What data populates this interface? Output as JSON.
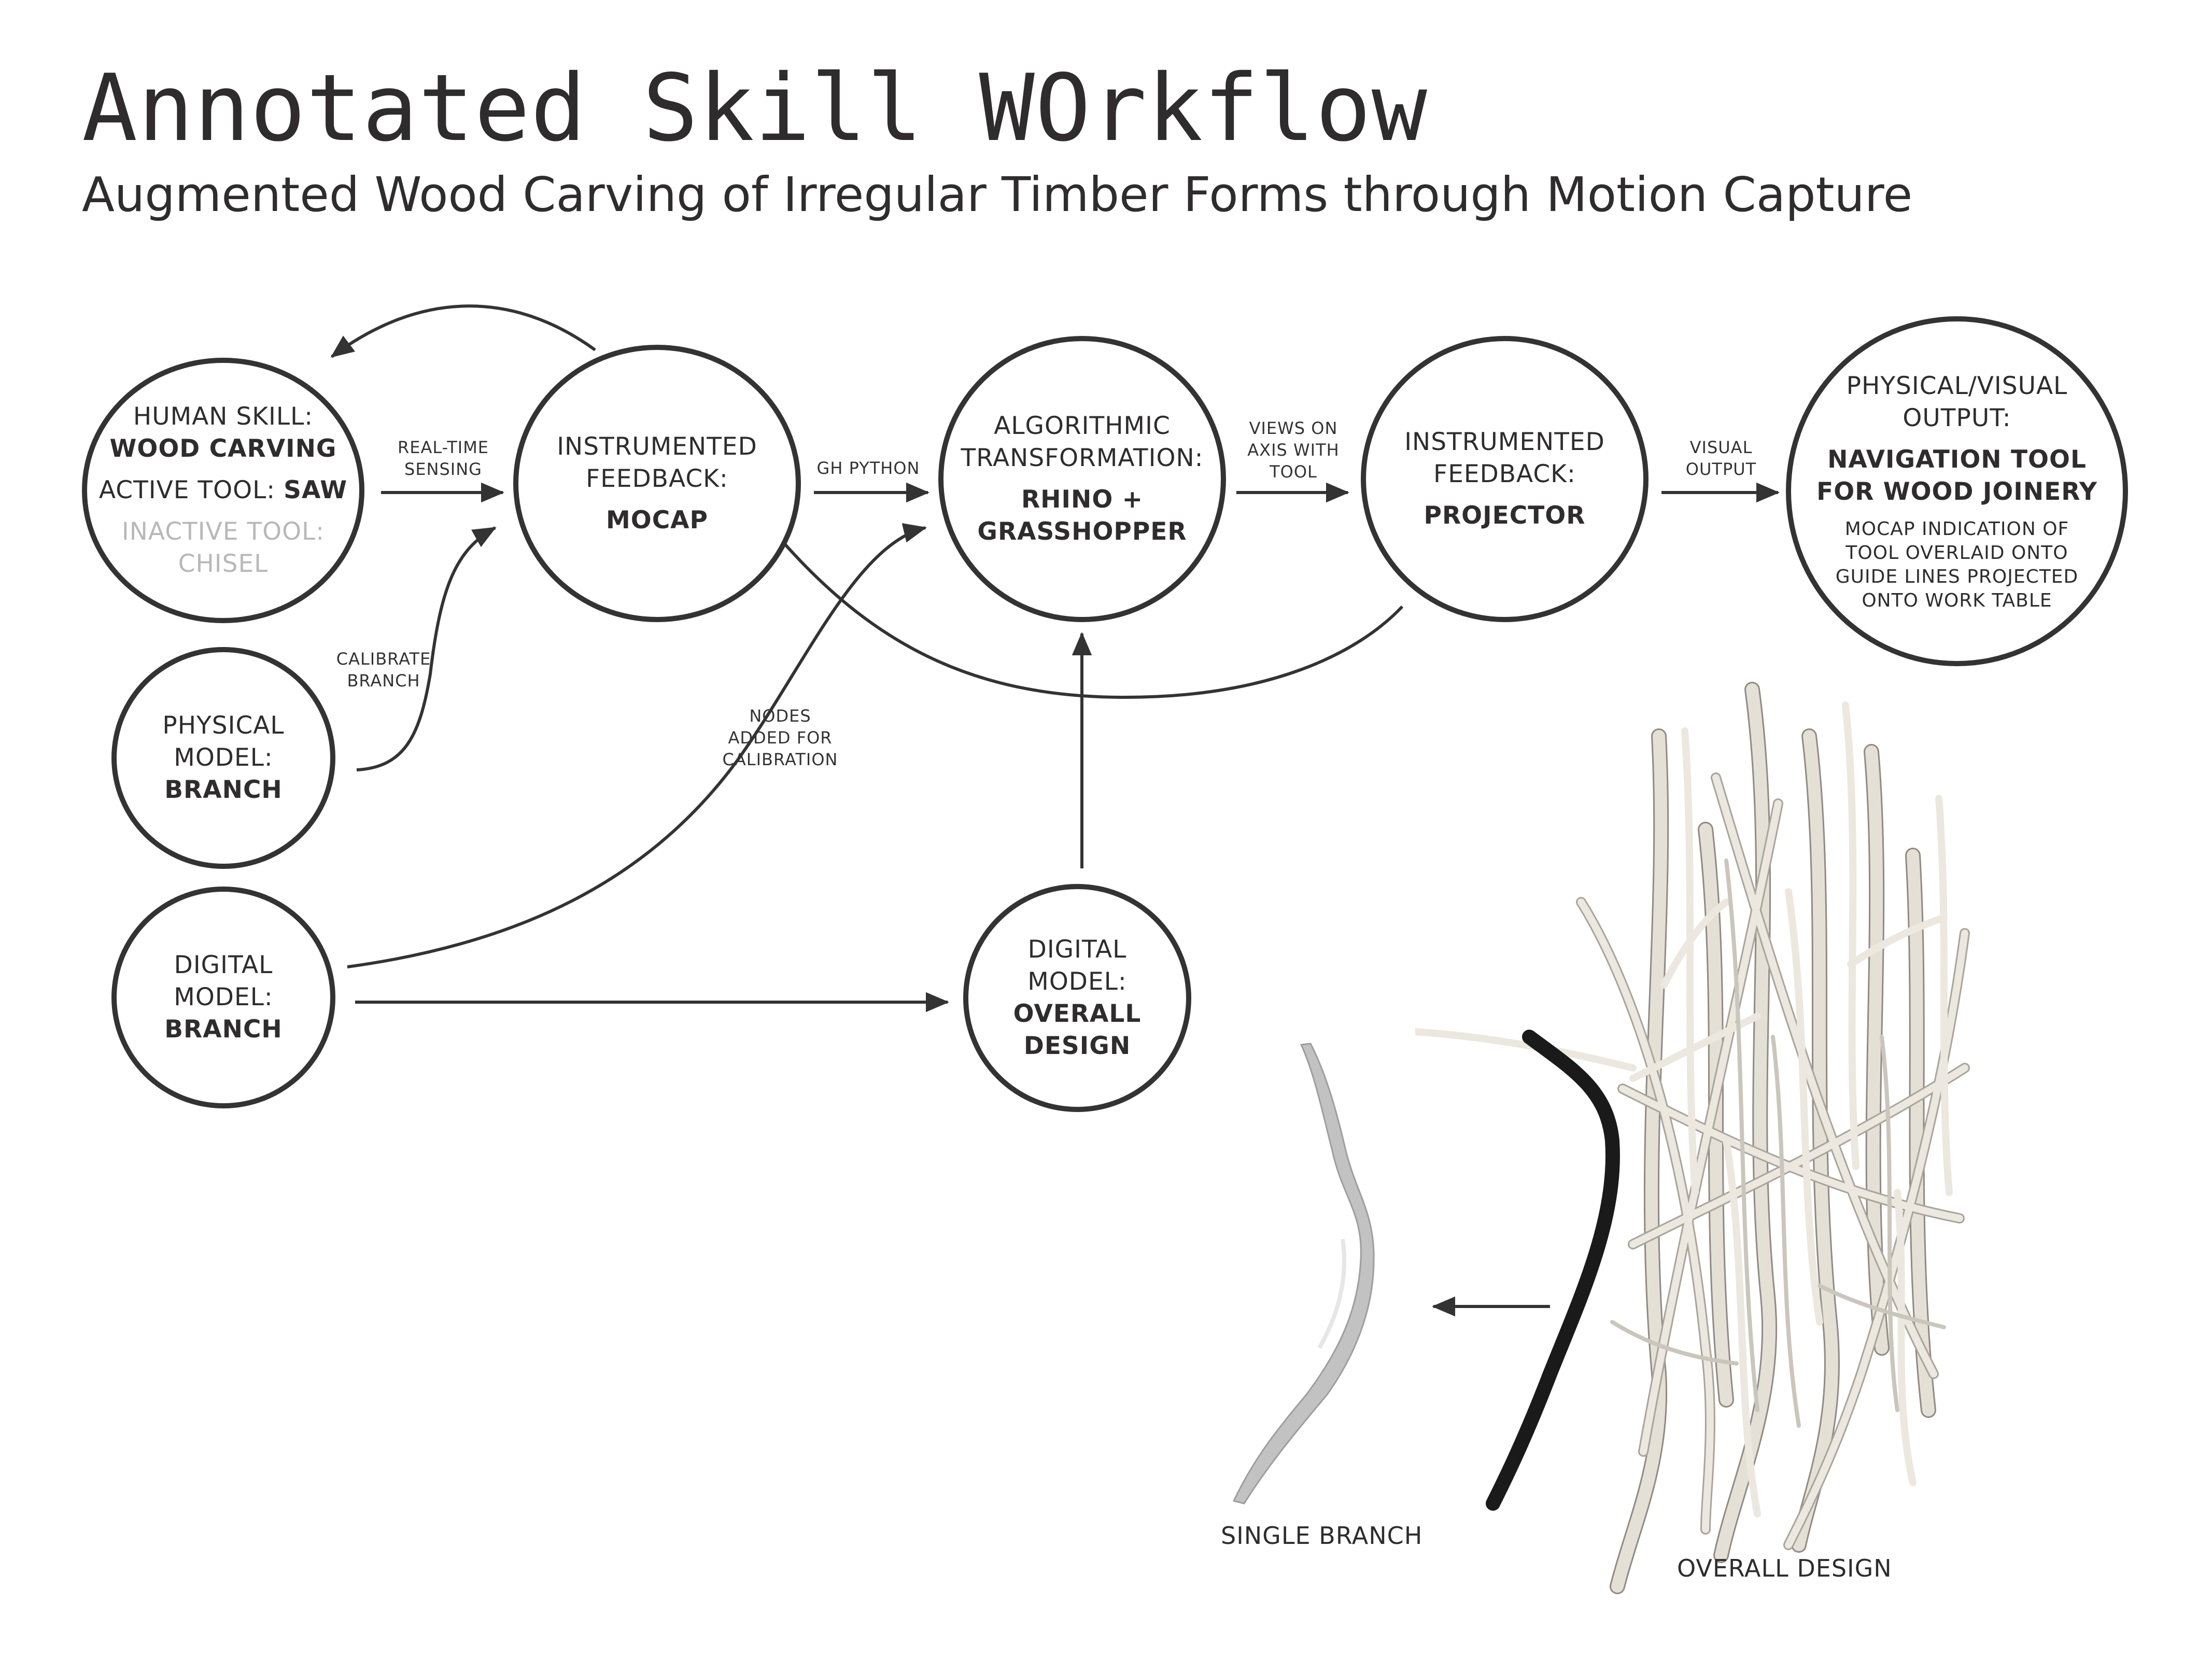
{
  "header": {
    "title": "Annotated Skill WOrkflow",
    "subtitle": "Augmented Wood Carving of Irregular Timber Forms through Motion Capture"
  },
  "nodes": {
    "human_skill": {
      "line1": "HUMAN SKILL:",
      "line2": "WOOD CARVING",
      "active_label": "ACTIVE TOOL: ",
      "active_value": "SAW",
      "inactive_line1": "INACTIVE TOOL:",
      "inactive_line2": "CHISEL"
    },
    "instrumented_mocap": {
      "line1": "INSTRUMENTED",
      "line2": "FEEDBACK:",
      "value": "MOCAP"
    },
    "algorithmic": {
      "line1": "ALGORITHMIC",
      "line2": "TRANSFORMATION:",
      "value1": "RHINO +",
      "value2": "GRASSHOPPER"
    },
    "instrumented_projector": {
      "line1": "INSTRUMENTED",
      "line2": "FEEDBACK:",
      "value": "PROJECTOR"
    },
    "output": {
      "line1": "PHYSICAL/VISUAL",
      "line2": "OUTPUT:",
      "value1": "NAVIGATION TOOL",
      "value2": "FOR WOOD JOINERY",
      "note1": "MOCAP INDICATION OF",
      "note2": "TOOL OVERLAID ONTO",
      "note3": "GUIDE LINES PROJECTED",
      "note4": "ONTO WORK TABLE"
    },
    "physical_model": {
      "line1": "PHYSICAL",
      "line2": "MODEL:",
      "value": "BRANCH"
    },
    "digital_branch": {
      "line1": "DIGITAL",
      "line2": "MODEL:",
      "value": "BRANCH"
    },
    "digital_overall": {
      "line1": "DIGITAL",
      "line2": "MODEL:",
      "value1": "OVERALL",
      "value2": "DESIGN"
    }
  },
  "edge_labels": {
    "realtime_line1": "REAL-TIME",
    "realtime_line2": "SENSING",
    "gh_python": "GH PYTHON",
    "views_line1": "VIEWS ON",
    "views_line2": "AXIS WITH",
    "views_line3": "TOOL",
    "visual_line1": "VISUAL",
    "visual_line2": "OUTPUT",
    "calibrate_line1": "CALIBRATE",
    "calibrate_line2": "BRANCH",
    "nodes_line1": "NODES",
    "nodes_line2": "ADDED FOR",
    "nodes_line3": "CALIBRATION"
  },
  "images": {
    "single_branch_caption": "SINGLE BRANCH",
    "overall_design_caption": "OVERALL DESIGN"
  },
  "colors": {
    "ink": "#333333",
    "inactive_text": "#b8b8b8",
    "branch_light": "#e4e0d6",
    "branch_shadow": "#8f8b84",
    "single_branch": "#c2c2c2",
    "highlight_branch": "#1a1a1a"
  }
}
